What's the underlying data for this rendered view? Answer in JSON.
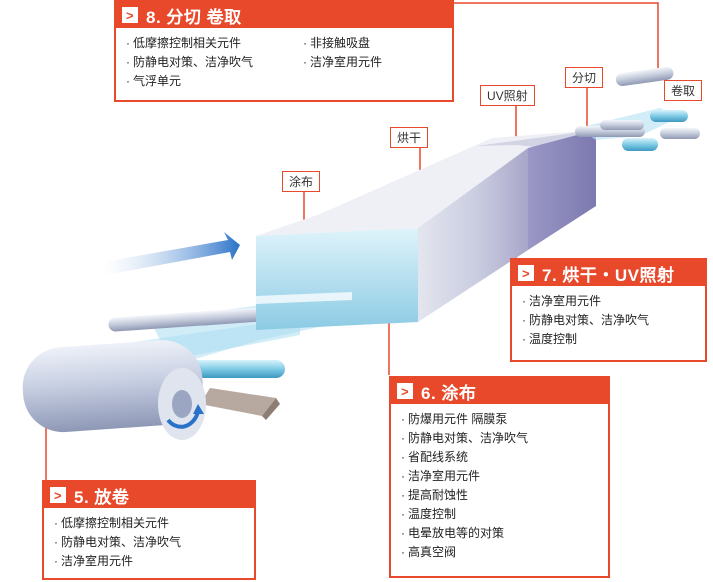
{
  "box8": {
    "title": "8. 分切 卷取",
    "col1": [
      "低摩擦控制相关元件",
      "防静电对策、洁净吹气",
      "气浮单元"
    ],
    "col2": [
      "非接触吸盘",
      "洁净室用元件"
    ]
  },
  "box7": {
    "title": "7. 烘干・UV照射",
    "items": [
      "洁净室用元件",
      "防静电对策、洁净吹气",
      "温度控制"
    ]
  },
  "box6": {
    "title": "6. 涂布",
    "items": [
      "防爆用元件 隔膜泵",
      "防静电对策、洁净吹气",
      "省配线系统",
      "洁净室用元件",
      "提高耐蚀性",
      "温度控制",
      "电晕放电等的对策",
      "高真空阀"
    ]
  },
  "box5": {
    "title": "5. 放卷",
    "items": [
      "低摩擦控制相关元件",
      "防静电对策、洁净吹气",
      "洁净室用元件"
    ]
  },
  "tags": {
    "coating": "涂布",
    "drying": "烘干",
    "uv": "UV照射",
    "slitting": "分切",
    "winding": "卷取"
  },
  "colors": {
    "accent": "#e8492b",
    "arrow": "#2a72c8",
    "film": "#bfe6f5",
    "roll": "#b9c2d8"
  }
}
